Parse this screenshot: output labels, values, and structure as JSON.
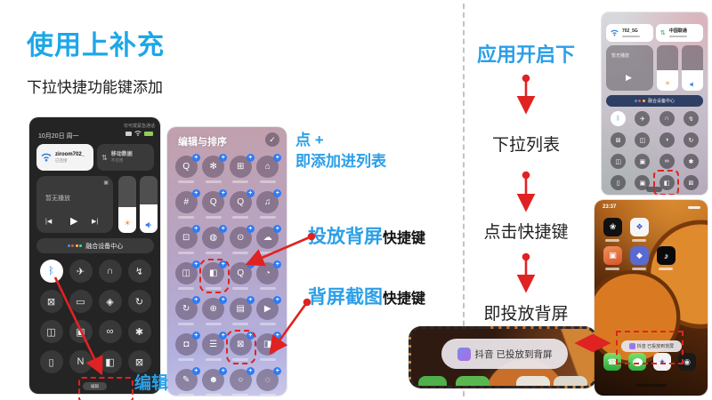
{
  "page": {
    "title": "使用上补充",
    "subtitle": "下拉快捷功能键添加"
  },
  "colors": {
    "accent_blue": "#2b9fe8",
    "red": "#e02222",
    "badge_blue": "#2e7bf4"
  },
  "icons": {
    "prev": "|◀",
    "play": "▶",
    "next": "▶|",
    "sun": "☀",
    "check": "✓",
    "updown": "⇅",
    "cast_small": "▣",
    "phone": "☎",
    "note": "♪",
    "compass": "✦",
    "camera2": "◉",
    "app_black": "❀",
    "app_white": "❖",
    "app_orange": "▣",
    "app_blue": "◆"
  },
  "left_phone": {
    "status_note": "仅可拨紧急通话",
    "date": "10月20日 周一",
    "wifi_name": "ziroom702_",
    "wifi_status": "已连接",
    "data_name": "移动数据",
    "data_status": "不可用",
    "media_title": "暂无播放",
    "hub_label": "融合设备中心",
    "edit_pill": "编辑",
    "grid": [
      {
        "g": "ᛒ",
        "cls": "active"
      },
      {
        "g": "✈"
      },
      {
        "g": "∩"
      },
      {
        "g": "↯"
      },
      {
        "g": "⊠"
      },
      {
        "g": "▭"
      },
      {
        "g": "◈"
      },
      {
        "g": "↻"
      },
      {
        "g": "◫"
      },
      {
        "g": "▣"
      },
      {
        "g": "∞"
      },
      {
        "g": "✱"
      },
      {
        "g": "▯"
      },
      {
        "g": "N"
      },
      {
        "g": "◧"
      },
      {
        "g": "⊠"
      }
    ]
  },
  "edit_callout": "编辑",
  "middle_phone": {
    "title": "编辑与排序",
    "check": "✓",
    "cells": [
      {
        "g": "Q",
        "b": "+"
      },
      {
        "g": "✻",
        "b": "+"
      },
      {
        "g": "⊞",
        "b": "+"
      },
      {
        "g": "⌂",
        "b": "+"
      },
      {
        "g": "#",
        "b": "+"
      },
      {
        "g": "Q",
        "b": "+"
      },
      {
        "g": "Q",
        "b": "+"
      },
      {
        "g": "♫",
        "b": "+"
      },
      {
        "g": "⊡",
        "b": "+"
      },
      {
        "g": "◍",
        "b": "+"
      },
      {
        "g": "⊙",
        "b": "+"
      },
      {
        "g": "☁",
        "b": "+"
      },
      {
        "g": "◫",
        "b": "+"
      },
      {
        "g": "◧",
        "b": "+",
        "cls": "circled"
      },
      {
        "g": "Q",
        "b": "+"
      },
      {
        "g": "◔",
        "b": "+"
      },
      {
        "g": "↻",
        "b": "+"
      },
      {
        "g": "⊕",
        "b": "+"
      },
      {
        "g": "▤",
        "b": "+"
      },
      {
        "g": "▶",
        "b": "+"
      },
      {
        "g": "◘",
        "b": "+"
      },
      {
        "g": "☰",
        "b": "+"
      },
      {
        "g": "⊠",
        "b": "+",
        "cls": "circled"
      },
      {
        "g": "◨",
        "b": "+"
      },
      {
        "g": "✎",
        "b": "+"
      },
      {
        "g": "☻",
        "b": "+"
      },
      {
        "g": "○",
        "b": "+"
      },
      {
        "g": "◌",
        "b": "+"
      }
    ]
  },
  "callouts": {
    "plus_line1": "点 +",
    "plus_line2": "即添加进列表",
    "cast_bold": "投放背屏",
    "cast_rest": "快捷键",
    "shot_bold": "背屏截图",
    "shot_rest": "快捷键"
  },
  "flow": {
    "title": "应用开启下",
    "steps": [
      "下拉列表",
      "点击快捷键",
      "即投放背屏"
    ]
  },
  "zoom_box": {
    "toast_text": "抖音 已投放到背屏"
  },
  "right_top_phone": {
    "wifi_name": "702_5G",
    "carrier": "中国联通",
    "media_title": "暂无播放",
    "hub_label": "融合设备中心",
    "grid": [
      {
        "g": "ᛒ",
        "cls": "active"
      },
      {
        "g": "✈"
      },
      {
        "g": "∩"
      },
      {
        "g": "↯"
      },
      {
        "g": "⊠"
      },
      {
        "g": "◫"
      },
      {
        "g": "◑"
      },
      {
        "g": "↻"
      },
      {
        "g": "◫"
      },
      {
        "g": "▣"
      },
      {
        "g": "∞"
      },
      {
        "g": "✱"
      },
      {
        "g": "▯"
      },
      {
        "g": "▣"
      },
      {
        "g": "◧"
      },
      {
        "g": "⊠"
      }
    ]
  },
  "right_bottom_phone": {
    "time": "23:37",
    "toast_text": "抖音 已投放到背屏"
  }
}
